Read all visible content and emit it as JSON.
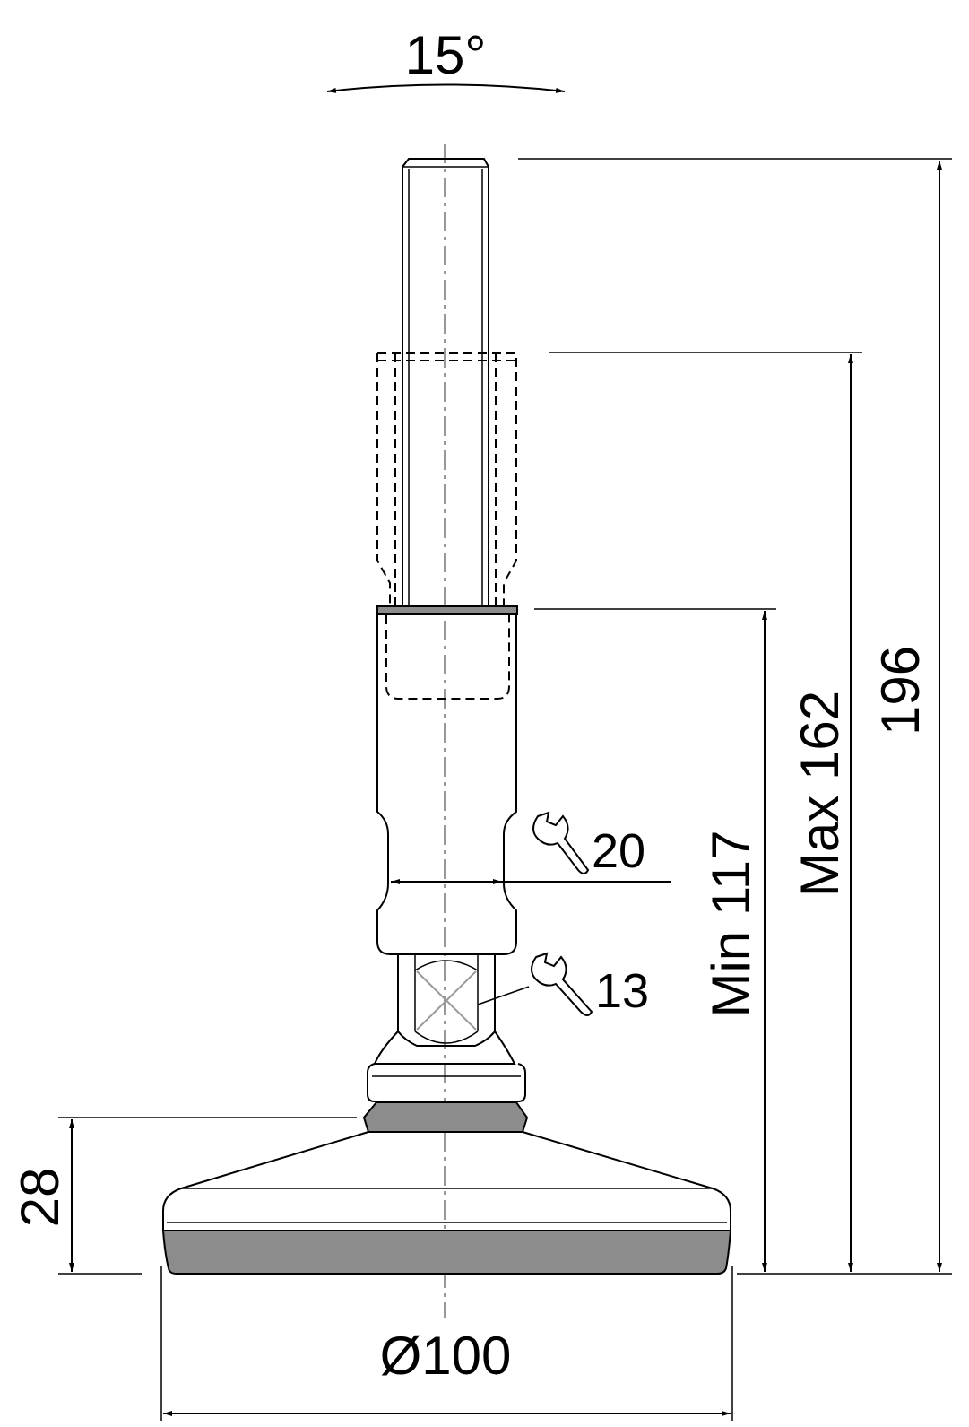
{
  "dimensions": {
    "tilt_angle": "15°",
    "total_height": "196",
    "max_height": "Max 162",
    "min_height": "Min 117",
    "base_height": "28",
    "base_diameter": "Ø100",
    "wrench_upper": "20",
    "wrench_lower": "13"
  },
  "icons": {
    "wrench": "wrench-icon"
  }
}
